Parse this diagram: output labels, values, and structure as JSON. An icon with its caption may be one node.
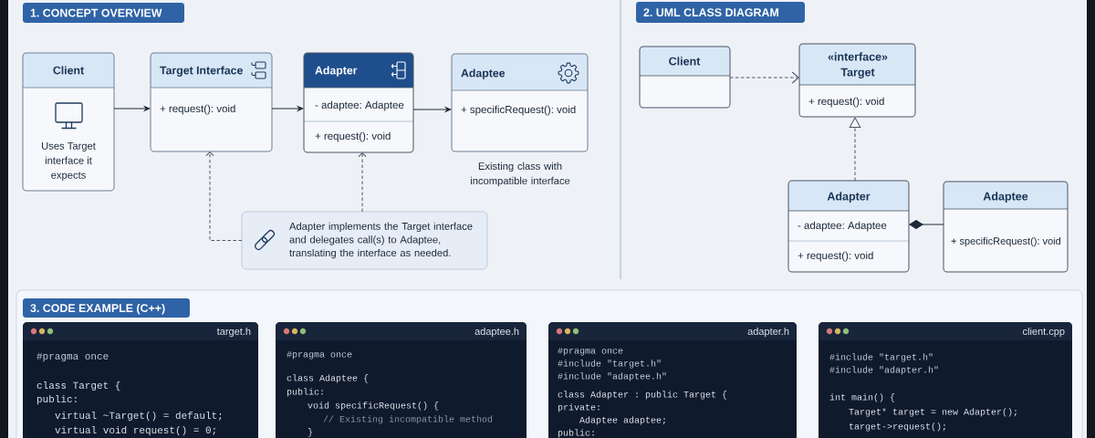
{
  "diagram": {
    "nodes": [
      {
        "text": [
          "1. CONCEPT OVERVIEW"
        ]
      },
      {
        "text": [
          "Client",
          "Uses Target interface it expects"
        ]
      },
      {
        "text": [
          "Target Interface",
          "+ request(): void"
        ]
      },
      {
        "text": [
          "Adapter",
          "- adaptee: Adaptee",
          "+ request(): void"
        ]
      },
      {
        "text": [
          "Adaptee",
          "+ specificRequest(): void"
        ],
        "beside": [
          "Existing class with incompatible interface"
        ]
      },
      {
        "text": [
          "Adapter implements the Target interface and delegates call(s) to Adaptee, translating the interface as needed."
        ]
      },
      {
        "text": [
          "2. UML CLASS DIAGRAM"
        ]
      },
      {
        "text": [
          "Client"
        ]
      },
      {
        "text": [
          "«interface»",
          "Target",
          "+ request(): void"
        ]
      },
      {
        "text": [
          "Adapter",
          "- adaptee: Adaptee",
          "+ request(): void"
        ]
      },
      {
        "text": [
          "Adaptee",
          "+ specificRequest(): void"
        ]
      },
      {
        "text": [
          "3. CODE EXAMPLE (C++)"
        ]
      },
      {
        "text": [
          "target.h",
          "#pragma once",
          "class Target {",
          "public:",
          "virtual ~Target() = default;",
          "virtual void request() = 0;"
        ]
      },
      {
        "text": [
          "adaptee.h",
          "#pragma once",
          "class Adaptee {",
          "public:",
          "void specificRequest() {",
          "// Existing incompatible method",
          "}"
        ]
      },
      {
        "text": [
          "adapter.h",
          "#pragma once",
          "#include \"target.h\"",
          "#include \"adaptee.h\"",
          "class Adapter : public Target {",
          "private:",
          "Adaptee adaptee;",
          "public:"
        ]
      },
      {
        "text": [
          "client.cpp",
          "#include \"target.h\"",
          "#include \"adapter.h\"",
          "int main() {",
          "Target* target = new Adapter();",
          "target->request();"
        ]
      }
    ],
    "edges": [
      {
        "from": 1,
        "to": 2,
        "arrow": "to"
      },
      {
        "from": 2,
        "to": 3,
        "arrow": "to"
      },
      {
        "from": 3,
        "to": 4,
        "arrow": "to"
      },
      {
        "from": 5,
        "to": 2,
        "arrow": "to",
        "style": "dashed"
      },
      {
        "from": 5,
        "to": 3,
        "arrow": "to",
        "style": "dashed"
      },
      {
        "from": 7,
        "to": 8,
        "arrow": "to",
        "style": "dashed"
      },
      {
        "from": 9,
        "to": 8,
        "arrow": "to",
        "style": "dashed"
      },
      {
        "from": 9,
        "to": 10,
        "arrow": "other"
      }
    ]
  }
}
